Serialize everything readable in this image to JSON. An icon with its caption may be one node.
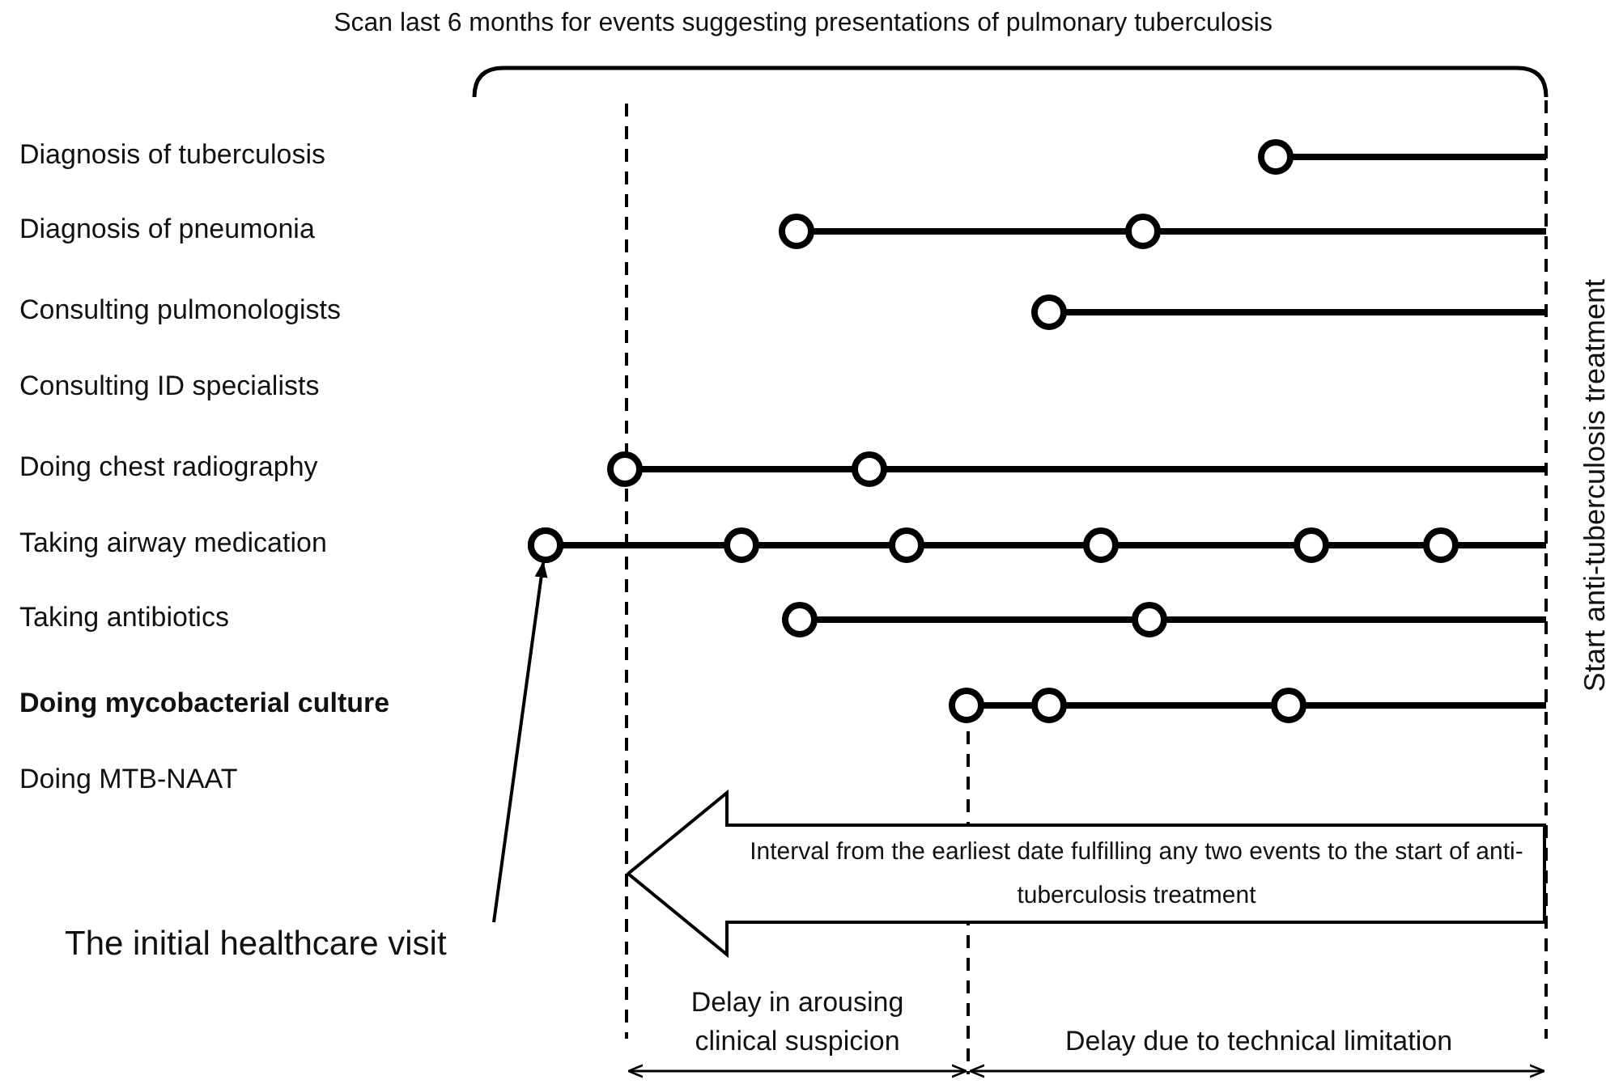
{
  "diagram": {
    "title": "Scan last 6 months for events suggesting presentations of pulmonary tuberculosis",
    "nodes": [
      {
        "text": [
          "The initial healthcare visit"
        ]
      },
      {
        "text": [],
        "shape": "circle"
      },
      {
        "text": [
          "Interval from the earliest date fulfilling any two events to the start of anti-tuberculosis treatment"
        ]
      }
    ],
    "edges": [
      {
        "from": 0,
        "to": 1,
        "arrow": "to"
      }
    ],
    "labels": [
      "Diagnosis of tuberculosis",
      "Diagnosis of pneumonia",
      "Consulting pulmonologists",
      "Consulting ID specialists",
      "Doing chest radiography",
      "Taking airway medication",
      "Taking antibiotics",
      "Doing mycobacterial culture",
      "Doing MTB-NAAT",
      "Start anti-tuberculosis treatment",
      "Delay in arousing clinical suspicion",
      "Delay due to technical limitation"
    ]
  }
}
